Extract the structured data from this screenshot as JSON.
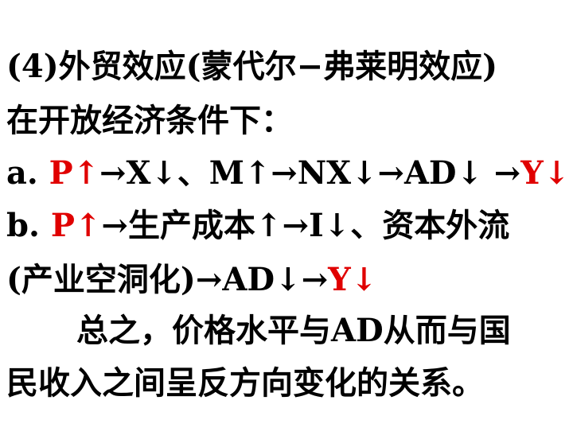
{
  "colors": {
    "text": "#000000",
    "highlight": "#e00000",
    "background": "#ffffff"
  },
  "lines": {
    "heading": "(4)外贸效应(蒙代尔−弗莱明效应)",
    "intro": "在开放经济条件下：",
    "a": {
      "label": "a. ",
      "p_up": "P↑",
      "middle": "→X↓、M↑→NX↓→AD↓ →",
      "y_down": "Y↓"
    },
    "b": {
      "label": "b. ",
      "p_up": "P↑",
      "middle": "→生产成本↑→I↓、资本外流"
    },
    "b_cont": {
      "text": "(产业空洞化)→AD↓→",
      "y_down": "Y↓"
    },
    "summary_1": "总之，价格水平与AD从而与国",
    "summary_2": "民收入之间呈反方向变化的关系。"
  }
}
